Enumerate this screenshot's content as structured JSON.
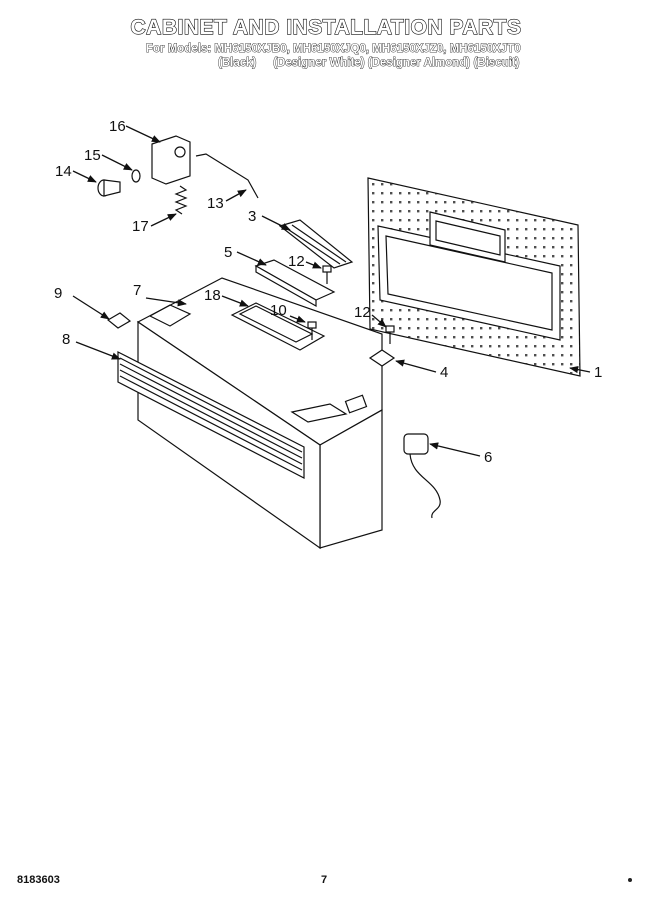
{
  "header": {
    "title": "CABINET AND INSTALLATION PARTS",
    "models_prefix": "For Models:",
    "models": [
      "MH6150XJB0,",
      "MH6150XJQ0,",
      "MH6150XJZ0,",
      "MH6150XJT0"
    ],
    "colors": [
      "(Black)",
      "(Designer White)",
      "(Designer Almond)",
      "(Biscuit)"
    ]
  },
  "callouts": [
    {
      "id": "1",
      "label": "1"
    },
    {
      "id": "3",
      "label": "3"
    },
    {
      "id": "4",
      "label": "4"
    },
    {
      "id": "5",
      "label": "5"
    },
    {
      "id": "6",
      "label": "6"
    },
    {
      "id": "7",
      "label": "7"
    },
    {
      "id": "8",
      "label": "8"
    },
    {
      "id": "9",
      "label": "9"
    },
    {
      "id": "10",
      "label": "10"
    },
    {
      "id": "12a",
      "label": "12"
    },
    {
      "id": "12b",
      "label": "12"
    },
    {
      "id": "13",
      "label": "13"
    },
    {
      "id": "14",
      "label": "14"
    },
    {
      "id": "15",
      "label": "15"
    },
    {
      "id": "16",
      "label": "16"
    },
    {
      "id": "17",
      "label": "17"
    },
    {
      "id": "18",
      "label": "18"
    }
  ],
  "footer": {
    "document_number": "8183603",
    "page_number": "7"
  }
}
